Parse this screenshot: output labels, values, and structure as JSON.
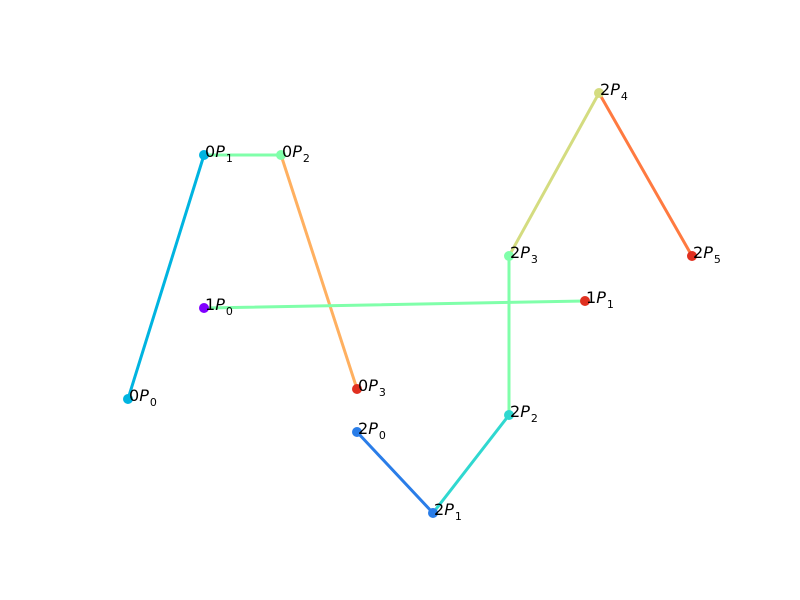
{
  "polylines": [
    {
      "id": "0",
      "points": [
        {
          "label": {
            "prefix": "0",
            "var": "P",
            "sub": "0"
          },
          "color": "#00b4e0"
        },
        {
          "label": {
            "prefix": "0",
            "var": "P",
            "sub": "1"
          },
          "color": "#00b4e0"
        },
        {
          "label": {
            "prefix": "0",
            "var": "P",
            "sub": "2"
          },
          "color": "#80ffaa"
        },
        {
          "label": {
            "prefix": "0",
            "var": "P",
            "sub": "3"
          },
          "color": "#e03020"
        }
      ],
      "segment_colors": [
        "#00b4e0",
        "#80ffaa",
        "#ffb060"
      ]
    },
    {
      "id": "1",
      "points": [
        {
          "label": {
            "prefix": "1",
            "var": "P",
            "sub": "0"
          },
          "color": "#8000ff"
        },
        {
          "label": {
            "prefix": "1",
            "var": "P",
            "sub": "1"
          },
          "color": "#e03020"
        }
      ],
      "segment_colors": [
        "#80ffaa"
      ]
    },
    {
      "id": "2",
      "points": [
        {
          "label": {
            "prefix": "2",
            "var": "P",
            "sub": "0"
          },
          "color": "#2a7de8"
        },
        {
          "label": {
            "prefix": "2",
            "var": "P",
            "sub": "1"
          },
          "color": "#2a7de8"
        },
        {
          "label": {
            "prefix": "2",
            "var": "P",
            "sub": "2"
          },
          "color": "#30d8d0"
        },
        {
          "label": {
            "prefix": "2",
            "var": "P",
            "sub": "3"
          },
          "color": "#80ffaa"
        },
        {
          "label": {
            "prefix": "2",
            "var": "P",
            "sub": "4"
          },
          "color": "#d4dc80"
        },
        {
          "label": {
            "prefix": "2",
            "var": "P",
            "sub": "5"
          },
          "color": "#e03020"
        }
      ],
      "segment_colors": [
        "#2a7de8",
        "#30d8d0",
        "#80ffaa",
        "#d4dc80",
        "#ff7a40"
      ]
    }
  ]
}
